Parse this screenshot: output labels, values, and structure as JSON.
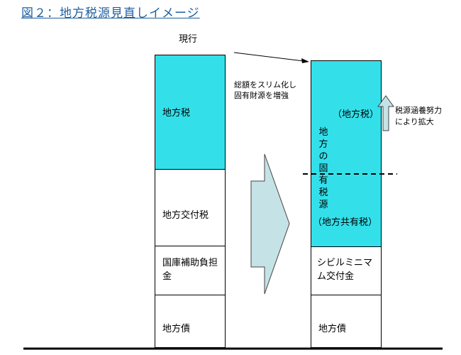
{
  "title": "図２：地方税源見直しイメージ",
  "current_label": "現行",
  "left_bar": {
    "segments": [
      {
        "label": "地方税"
      },
      {
        "label": "地方交付税"
      },
      {
        "label": "国庫補助負担金"
      },
      {
        "label": "地方債"
      }
    ]
  },
  "right_bar": {
    "upper_label": "（地方税）",
    "vertical_label": "地方の固有税源",
    "lower_label": "（地方共有税）",
    "subsidy_label": "シビルミニマム交付金",
    "debt_label": "地方債"
  },
  "middle_note": {
    "line1": "総額をスリム化し",
    "line2": "固有財源を増強"
  },
  "right_note": {
    "line1": "税源涵養努力",
    "line2": "により拡大"
  },
  "colors": {
    "cyan": "#33e0ea",
    "arrow_fill": "#c5e3e6",
    "title": "#1f5f9f"
  }
}
